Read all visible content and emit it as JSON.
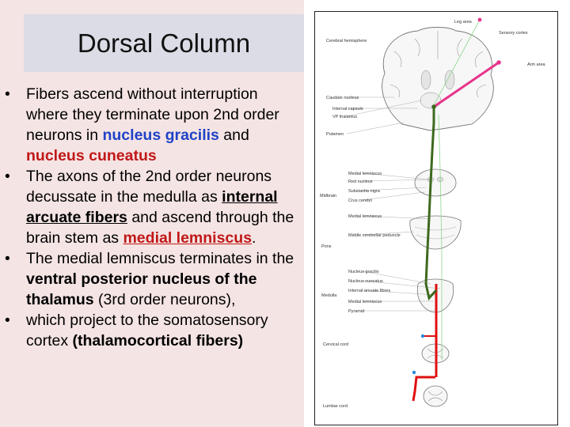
{
  "slide": {
    "title": "Dorsal Column",
    "bullets": [
      {
        "p1": "Fibers ascend without interruption where they terminate upon 2nd order neurons in ",
        "nucleus_gracilis": "nucleus gracilis",
        "p2": " and ",
        "nucleus_cuneatus": "nucleus cuneatus"
      },
      {
        "p1": "The axons of the 2nd order neurons decussate in the medulla as ",
        "internal_arcuate": "internal arcuate fibers",
        "p2": " and ascend through the brain stem as ",
        "medial_lemniscus": "medial lemniscus",
        "p3": "."
      },
      {
        "p1": "The medial lemniscus terminates in the ",
        "vpn": "ventral posterior nucleus of the thalamus",
        "p2": " (3rd order neurons),"
      },
      {
        "p1": "which project to the somatosensory cortex ",
        "thalamocortical": "(thalamocortical fibers)"
      }
    ]
  },
  "figure": {
    "labels": {
      "leg_area": "Leg area",
      "sensory_cortex": "Sensory cortex",
      "cerebral_hemisphere": "Cerebral hemisphere",
      "arm_area": "Arm area",
      "caudate": "Caudate nucleus",
      "internal_capsule": "Internal capsule",
      "vp_thalamus": "VP thalamus",
      "putamen": "Putamen",
      "midbrain": "Midbrain",
      "medial_lemniscus_1": "Medial lemniscus",
      "red_nucleus": "Red nucleus",
      "substantia_nigra": "Substantia nigra",
      "crus_cerebri": "Crus cerebri",
      "medial_lemniscus_2": "Medial lemniscus",
      "pons": "Pons",
      "middle_peduncle": "Middle cerebellar peduncle",
      "nucleus_gracilis": "Nucleus gracilis",
      "nucleus_cuneatus": "Nucleus cuneatus",
      "medulla": "Medulla",
      "internal_arcuate": "Internal arcuate fibres",
      "medial_lemniscus_3": "Medial lemniscus",
      "pyramid": "Pyramid",
      "cervical_cord": "Cervical cord",
      "lumbar_cord": "Lumbar cord"
    },
    "colors": {
      "first_order": "#e01010",
      "second_order": "#3d6a1e",
      "third_order": "#e8338a",
      "neuron_dot": "#2a8ad8"
    }
  }
}
